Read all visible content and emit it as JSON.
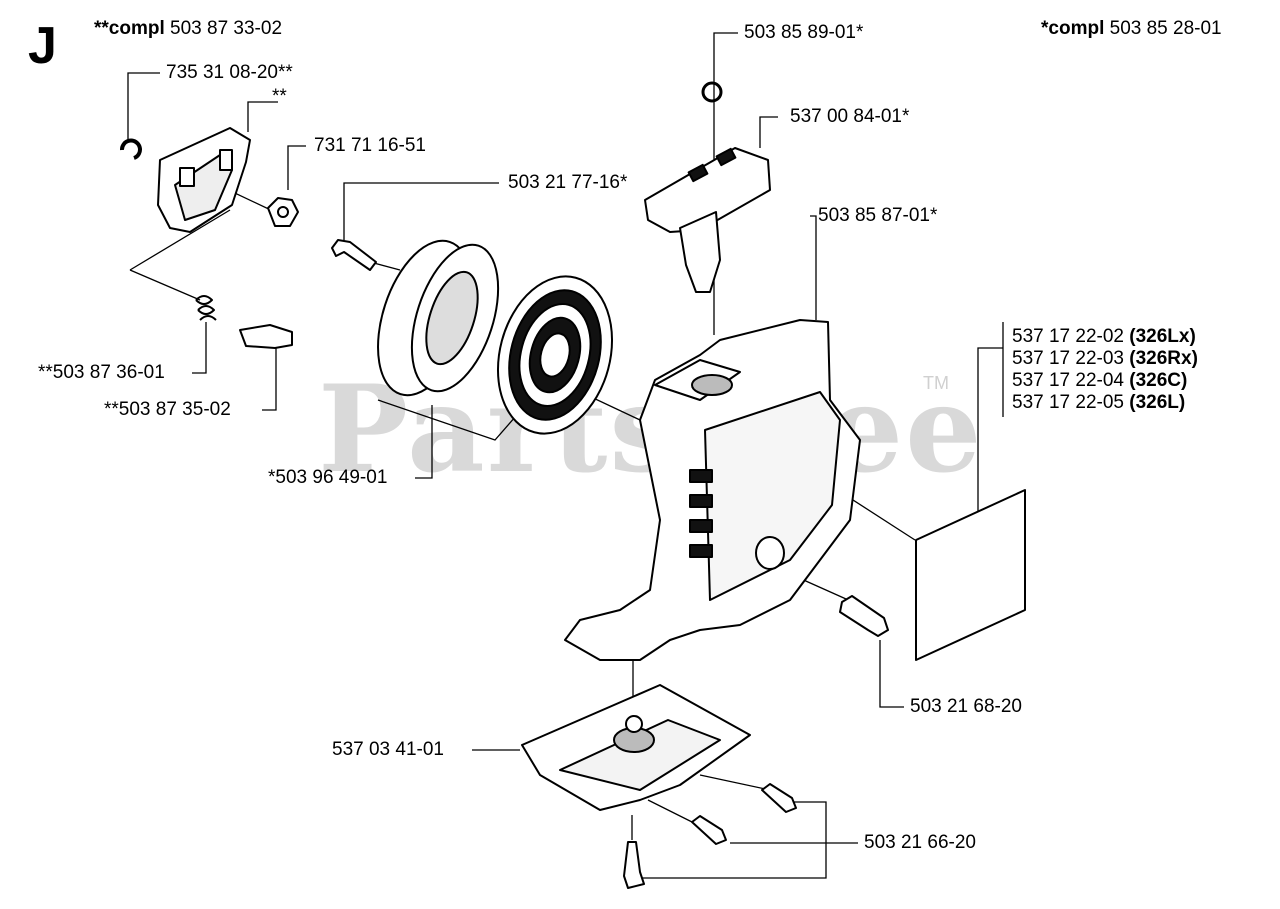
{
  "section_letter": "J",
  "watermark": {
    "text": "PartsTree",
    "trademark": "TM"
  },
  "header": {
    "left_prefix": "**compl",
    "left_number": "503 87 33-02",
    "right_prefix": "*compl",
    "right_number": "503 85 28-01"
  },
  "labels": {
    "p735310820": "735 31 08-20**",
    "p_double_star": "**",
    "p731711651": "731 71 16-51",
    "p503217716": "503 21 77-16*",
    "p503858901": "503 85 89-01*",
    "p537008401": "537 00 84-01*",
    "p503858701": "503 85 87-01*",
    "p503873601": "**503 87 36-01",
    "p503873502": "**503 87 35-02",
    "p503964901": "*503 96 49-01",
    "p503216820": "503 21 68-20",
    "p537034101": "537 03 41-01",
    "p503216620": "503 21 66-20"
  },
  "decals": [
    {
      "number": "537 17 22-02",
      "model": "(326Lx)"
    },
    {
      "number": "537 17 22-03",
      "model": "(326Rx)"
    },
    {
      "number": "537 17 22-04",
      "model": "(326C)"
    },
    {
      "number": "537 17 22-05",
      "model": "(326L)"
    }
  ]
}
